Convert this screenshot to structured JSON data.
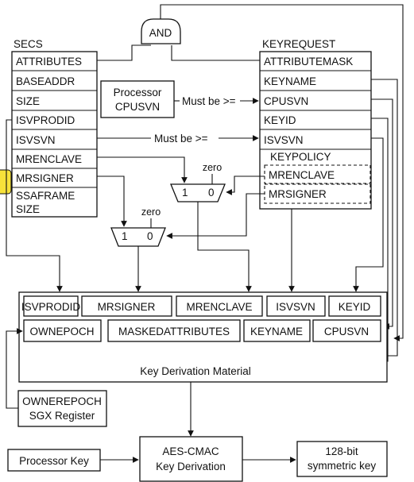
{
  "and_gate": {
    "label": "AND"
  },
  "secs": {
    "title": "SECS",
    "fields": [
      "ATTRIBUTES",
      "BASEADDR",
      "SIZE",
      "ISVPRODID",
      "ISVSVN",
      "MRENCLAVE",
      "MRSIGNER"
    ],
    "last_field": [
      "SSAFRAME",
      "SIZE"
    ]
  },
  "keyrequest": {
    "title": "KEYREQUEST",
    "fields": [
      "ATTRIBUTEMASK",
      "KEYNAME",
      "CPUSVN",
      "KEYID",
      "ISVSVN"
    ],
    "keypolicy": {
      "title": "KEYPOLICY",
      "items": [
        "MRENCLAVE",
        "MRSIGNER"
      ]
    }
  },
  "processor_cpusvn": {
    "lines": [
      "Processor",
      "CPUSVN"
    ]
  },
  "compare_labels": {
    "cpusvn": "Must be >=",
    "isvsvn": "Must be >="
  },
  "mux_right": {
    "zero_label": "zero",
    "in1": "1",
    "in0": "0"
  },
  "mux_left": {
    "zero_label": "zero",
    "in1": "1",
    "in0": "0"
  },
  "kdm": {
    "row1": [
      "ISVPRODID",
      "MRSIGNER",
      "MRENCLAVE",
      "ISVSVN",
      "KEYID"
    ],
    "row2": [
      "OWNEPOCH",
      "MASKEDATTRIBUTES",
      "KEYNAME",
      "CPUSVN"
    ],
    "caption": "Key Derivation Material"
  },
  "ownerepoch": {
    "lines": [
      "OWNEREPOCH",
      "SGX Register"
    ]
  },
  "processor_key": {
    "label": "Processor Key"
  },
  "aes": {
    "lines": [
      "AES-CMAC",
      "Key Derivation"
    ]
  },
  "output_key": {
    "lines": [
      "128-bit",
      "symmetric key"
    ]
  },
  "colors": {
    "highlight": "#f7e23a",
    "line": "#111111"
  }
}
